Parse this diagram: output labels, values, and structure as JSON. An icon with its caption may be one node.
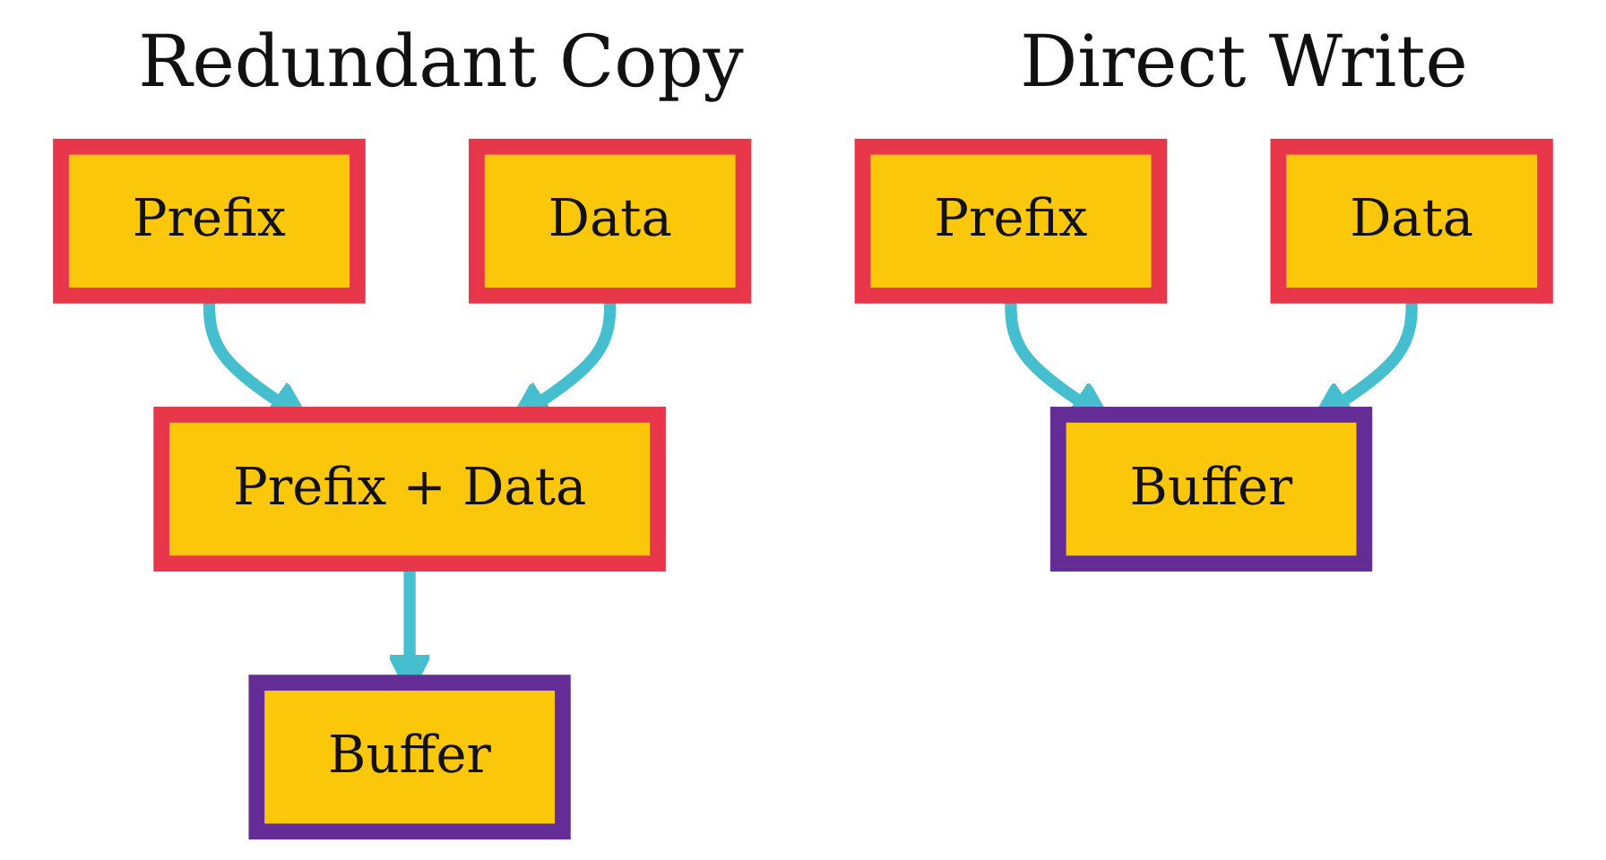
{
  "diagram": {
    "nodes": [
      {
        "text": [
          "Prefix"
        ]
      },
      {
        "text": [
          "Data"
        ]
      },
      {
        "text": [
          "Prefix + Data"
        ]
      },
      {
        "text": [
          "Buffer"
        ]
      },
      {
        "text": [
          "Prefix"
        ]
      },
      {
        "text": [
          "Data"
        ]
      },
      {
        "text": [
          "Buffer"
        ]
      }
    ],
    "edges": [
      {
        "from": 0,
        "to": 2,
        "arrow": "to"
      },
      {
        "from": 1,
        "to": 2,
        "arrow": "to"
      },
      {
        "from": 2,
        "to": 3,
        "arrow": "to"
      },
      {
        "from": 4,
        "to": 6,
        "arrow": "to"
      },
      {
        "from": 5,
        "to": 6,
        "arrow": "to"
      }
    ],
    "labels": [
      "Redundant Copy",
      "Direct Write"
    ]
  }
}
